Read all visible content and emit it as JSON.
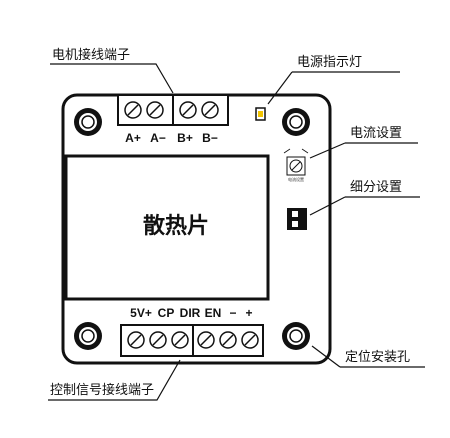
{
  "labels": {
    "motor_terminal": "电机接线端子",
    "power_indicator": "电源指示灯",
    "current_setting": "电流设置",
    "microstep_setting": "细分设置",
    "heatsink": "散热片",
    "mounting_hole": "定位安装孔",
    "control_terminal": "控制信号接线端子"
  },
  "motor_pins": [
    "A+",
    "A−",
    "B+",
    "B−"
  ],
  "control_pins": [
    "5V+",
    "CP",
    "DIR",
    "EN",
    "−",
    "+"
  ],
  "pot_label": "电流设置"
}
